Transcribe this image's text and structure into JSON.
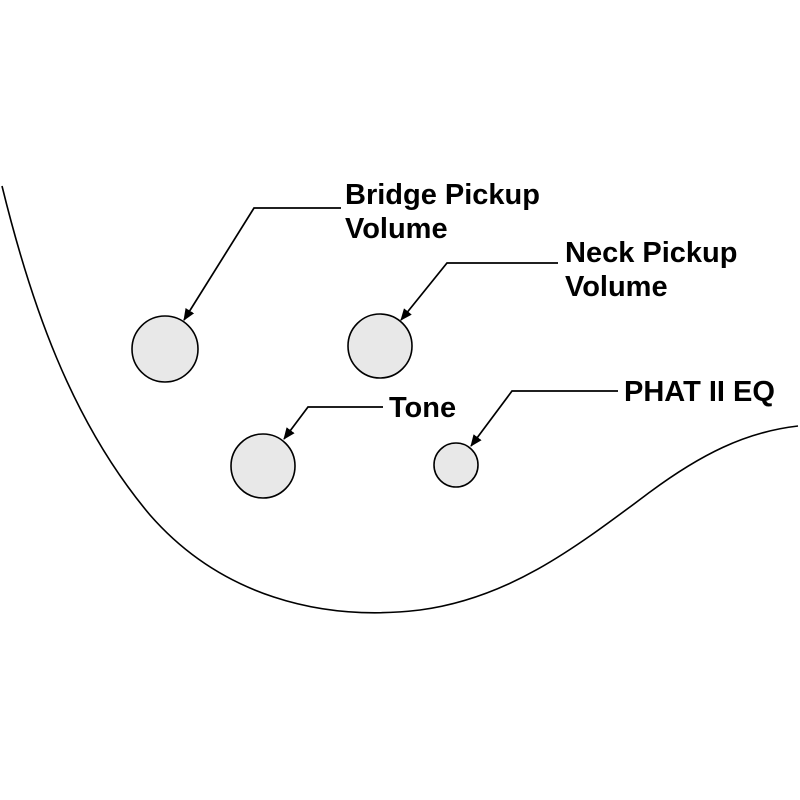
{
  "diagram": {
    "type": "guitar-control-layout-diagram",
    "background_color": "#ffffff",
    "line_color": "#000000",
    "knob_fill": "#e8e8e8",
    "labels": {
      "bridge_volume": {
        "line1": "Bridge Pickup",
        "line2": "Volume"
      },
      "neck_volume": {
        "line1": "Neck Pickup",
        "line2": "Volume"
      },
      "tone": "Tone",
      "phat_eq": "PHAT II EQ"
    },
    "knobs": [
      {
        "label": "Bridge Pickup Volume"
      },
      {
        "label": "Neck Pickup Volume"
      },
      {
        "label": "Tone"
      },
      {
        "label": "PHAT II EQ"
      }
    ]
  }
}
